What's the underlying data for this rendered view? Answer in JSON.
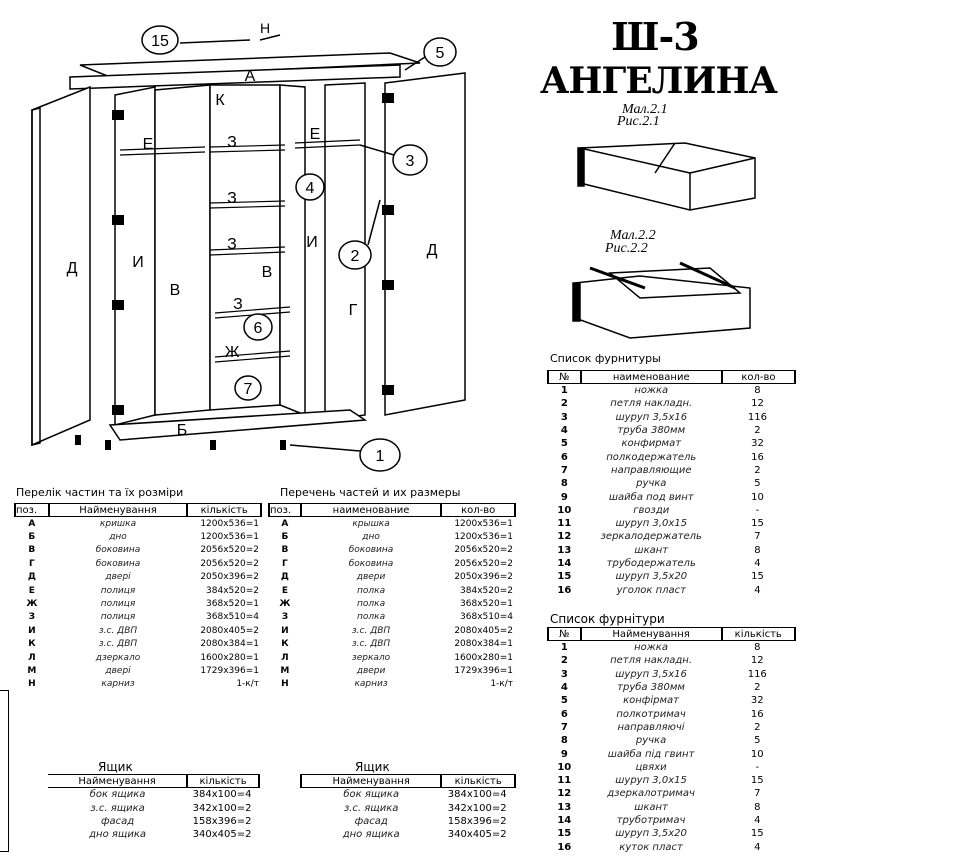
{
  "title": {
    "code": "Ш-3",
    "name": "АНГЕЛИНА"
  },
  "figures": [
    {
      "label_ua": "Мал.2.1",
      "label_ru": "Рис.2.1"
    },
    {
      "label_ua": "Мал.2.2",
      "label_ru": "Рис.2.2"
    }
  ],
  "diagram_labels": [
    "15",
    "Н",
    "А",
    "5",
    "К",
    "Е",
    "Е",
    "З",
    "З",
    "З",
    "З",
    "Ж",
    "3",
    "4",
    "2",
    "6",
    "7",
    "1",
    "Д",
    "Д",
    "И",
    "И",
    "В",
    "В",
    "Г",
    "Б"
  ],
  "parts_ua": {
    "title": "Перелік частин та їх розміри",
    "headers": [
      "поз.",
      "Найменування",
      "кількість"
    ],
    "rows": [
      [
        "А",
        "кришка",
        "1200x536=1"
      ],
      [
        "Б",
        "дно",
        "1200x536=1"
      ],
      [
        "В",
        "боковина",
        "2056x520=2"
      ],
      [
        "Г",
        "боковина",
        "2056x520=2"
      ],
      [
        "Д",
        "двері",
        "2050x396=2"
      ],
      [
        "Е",
        "полиця",
        "384x520=2"
      ],
      [
        "Ж",
        "полиця",
        "368x520=1"
      ],
      [
        "З",
        "полиця",
        "368x510=4"
      ],
      [
        "И",
        "з.с. ДВП",
        "2080x405=2"
      ],
      [
        "К",
        "з.с. ДВП",
        "2080x384=1"
      ],
      [
        "Л",
        "дзеркало",
        "1600x280=1"
      ],
      [
        "М",
        "двері",
        "1729x396=1"
      ],
      [
        "Н",
        "карниз",
        "1-к/т"
      ]
    ]
  },
  "parts_ru": {
    "title": "Перечень частей и их размеры",
    "headers": [
      "поз.",
      "наименование",
      "кол-во"
    ],
    "rows": [
      [
        "А",
        "крышка",
        "1200x536=1"
      ],
      [
        "Б",
        "дно",
        "1200x536=1"
      ],
      [
        "В",
        "боковина",
        "2056x520=2"
      ],
      [
        "Г",
        "боковина",
        "2056x520=2"
      ],
      [
        "Д",
        "двери",
        "2050x396=2"
      ],
      [
        "Е",
        "полка",
        "384x520=2"
      ],
      [
        "Ж",
        "полка",
        "368x520=1"
      ],
      [
        "З",
        "полка",
        "368x510=4"
      ],
      [
        "И",
        "з.с. ДВП",
        "2080x405=2"
      ],
      [
        "К",
        "з.с. ДВП",
        "2080x384=1"
      ],
      [
        "Л",
        "зеркало",
        "1600x280=1"
      ],
      [
        "М",
        "двери",
        "1729x396=1"
      ],
      [
        "Н",
        "карниз",
        "1-к/т"
      ]
    ]
  },
  "drawer_ua": {
    "title": "Ящик",
    "headers": [
      "Найменування",
      "кількість"
    ],
    "rows": [
      [
        "бок ящика",
        "384x100=4"
      ],
      [
        "з.с. ящика",
        "342x100=2"
      ],
      [
        "фасад",
        "158x396=2"
      ],
      [
        "дно ящика",
        "340x405=2"
      ]
    ]
  },
  "drawer_ru": {
    "title": "Ящик",
    "headers": [
      "Найменування",
      "кількість"
    ],
    "rows": [
      [
        "бок ящика",
        "384x100=4"
      ],
      [
        "з.с. ящика",
        "342x100=2"
      ],
      [
        "фасад",
        "158x396=2"
      ],
      [
        "дно ящика",
        "340x405=2"
      ]
    ]
  },
  "hardware_ru": {
    "title": "Список фурнитуры",
    "headers": [
      "№",
      "наименование",
      "кол-во"
    ],
    "rows": [
      [
        "1",
        "ножка",
        "8"
      ],
      [
        "2",
        "петля накладн.",
        "12"
      ],
      [
        "3",
        "шуруп 3,5x16",
        "116"
      ],
      [
        "4",
        "труба 380мм",
        "2"
      ],
      [
        "5",
        "конфирмат",
        "32"
      ],
      [
        "6",
        "полкодержатель",
        "16"
      ],
      [
        "7",
        "направляющие",
        "2"
      ],
      [
        "8",
        "ручка",
        "5"
      ],
      [
        "9",
        "шайба под винт",
        "10"
      ],
      [
        "10",
        "гвозди",
        "-"
      ],
      [
        "11",
        "шуруп 3,0x15",
        "15"
      ],
      [
        "12",
        "зеркалодержатель",
        "7"
      ],
      [
        "13",
        "шкант",
        "8"
      ],
      [
        "14",
        "трубодержатель",
        "4"
      ],
      [
        "15",
        "шуруп 3,5x20",
        "15"
      ],
      [
        "16",
        "уголок пласт",
        "4"
      ]
    ]
  },
  "hardware_ua": {
    "title": "Список фурнітури",
    "headers": [
      "№",
      "Найменування",
      "кількість"
    ],
    "rows": [
      [
        "1",
        "ножка",
        "8"
      ],
      [
        "2",
        "петля накладн.",
        "12"
      ],
      [
        "3",
        "шуруп 3,5x16",
        "116"
      ],
      [
        "4",
        "труба 380мм",
        "2"
      ],
      [
        "5",
        "конфірмат",
        "32"
      ],
      [
        "6",
        "полкотримач",
        "16"
      ],
      [
        "7",
        "направляючі",
        "2"
      ],
      [
        "8",
        "ручка",
        "5"
      ],
      [
        "9",
        "шайба під гвинт",
        "10"
      ],
      [
        "10",
        "цвяхи",
        "-"
      ],
      [
        "11",
        "шуруп 3,0x15",
        "15"
      ],
      [
        "12",
        "дзеркалотримач",
        "7"
      ],
      [
        "13",
        "шкант",
        "8"
      ],
      [
        "14",
        "труботримач",
        "4"
      ],
      [
        "15",
        "шуруп 3,5x20",
        "15"
      ],
      [
        "16",
        "куток пласт",
        "4"
      ]
    ]
  }
}
